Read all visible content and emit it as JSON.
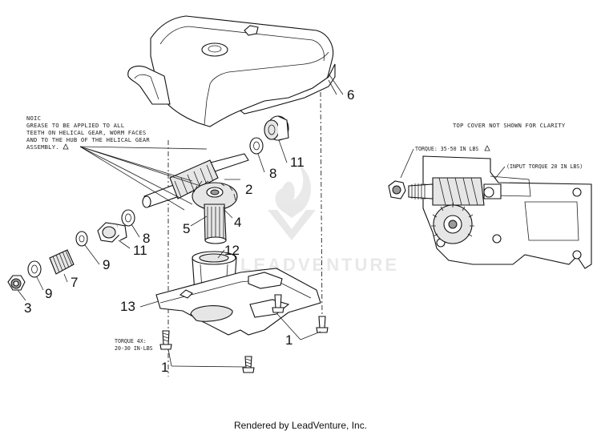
{
  "note": {
    "lines": [
      "NOIC",
      "GREASE TO BE APPLIED TO ALL",
      "TEETH ON HELICAL GEAR, WORM FACES",
      "AND TO THE HUB OF THE HELICAL GEAR",
      "ASSEMBLY."
    ]
  },
  "inset_title": "TOP COVER NOT SHOWN FOR CLARITY",
  "inset_torque_left": "TORQUE: 35-50 IN LBS",
  "inset_torque_right": "(INPUT TORQUE 20 IN LBS)",
  "torque_note": {
    "line1": "TORQUE 4X:",
    "line2": "20-30 IN-LBS"
  },
  "callouts": {
    "c1a": "1",
    "c1b": "1",
    "c2": "2",
    "c3": "3",
    "c4": "4",
    "c5": "5",
    "c6": "6",
    "c7": "7",
    "c8a": "8",
    "c8b": "8",
    "c9a": "9",
    "c9b": "9",
    "c11a": "11",
    "c11b": "11",
    "c12": "12",
    "c13": "13"
  },
  "watermark": "LEADVENTURE",
  "footer": "Rendered by LeadVenture, Inc."
}
